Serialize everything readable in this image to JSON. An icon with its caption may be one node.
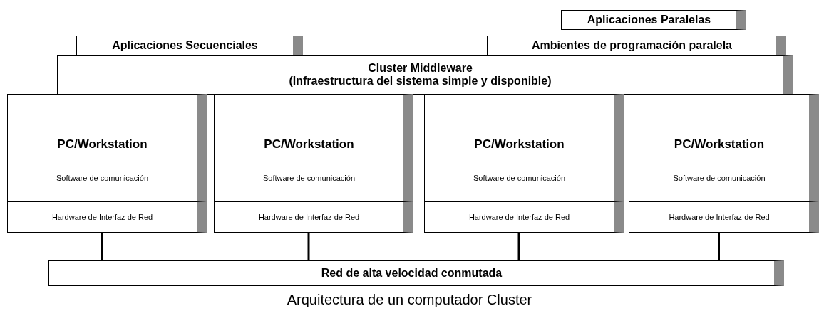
{
  "diagram": {
    "caption": "Arquitectura de un computador Cluster",
    "nodes": [
      {
        "text": [
          "Aplicaciones Paralelas"
        ]
      },
      {
        "text": [
          "Aplicaciones Secuenciales"
        ]
      },
      {
        "text": [
          "Ambientes de programación paralela"
        ]
      },
      {
        "text": [
          "Cluster Middleware",
          "(Infraestructura del sistema simple y disponible)"
        ]
      },
      {
        "text": [
          "PC/Workstation",
          "Software de comunicación"
        ]
      },
      {
        "text": [
          "Hardware de Interfaz de Red"
        ]
      },
      {
        "text": [
          "PC/Workstation",
          "Software de comunicación"
        ]
      },
      {
        "text": [
          "Hardware de Interfaz de Red"
        ]
      },
      {
        "text": [
          "PC/Workstation",
          "Software de comunicación"
        ]
      },
      {
        "text": [
          "Hardware de Interfaz de Red"
        ]
      },
      {
        "text": [
          "PC/Workstation",
          "Software de comunicación"
        ]
      },
      {
        "text": [
          "Hardware de Interfaz de Red"
        ]
      },
      {
        "text": [
          "Red de alta velocidad conmutada"
        ]
      }
    ],
    "edges": [
      {
        "from": 5,
        "to": 12,
        "arrow": "none"
      },
      {
        "from": 7,
        "to": 12,
        "arrow": "none"
      },
      {
        "from": 9,
        "to": 12,
        "arrow": "none"
      },
      {
        "from": 11,
        "to": 12,
        "arrow": "none"
      }
    ]
  }
}
